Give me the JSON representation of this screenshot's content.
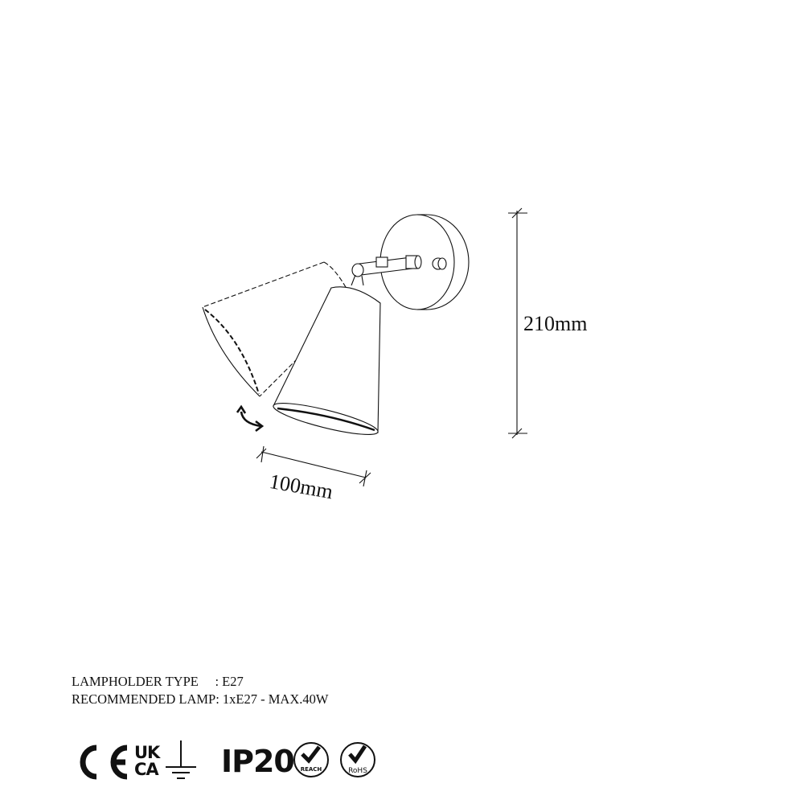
{
  "dimensions": {
    "height": "210mm",
    "width": "100mm"
  },
  "specs": {
    "lampholder": "LAMPHOLDER TYPE     : E27",
    "recommended": "RECOMMENDED LAMP: 1xE27 - MAX.40W"
  },
  "certifications": {
    "ce": "CE",
    "ukca": "UKCA",
    "ground": "ground-symbol",
    "ip": "IP20",
    "reach": "REACH",
    "rohs": "RoHS"
  },
  "colors": {
    "line": "#111111",
    "background": "#ffffff"
  }
}
